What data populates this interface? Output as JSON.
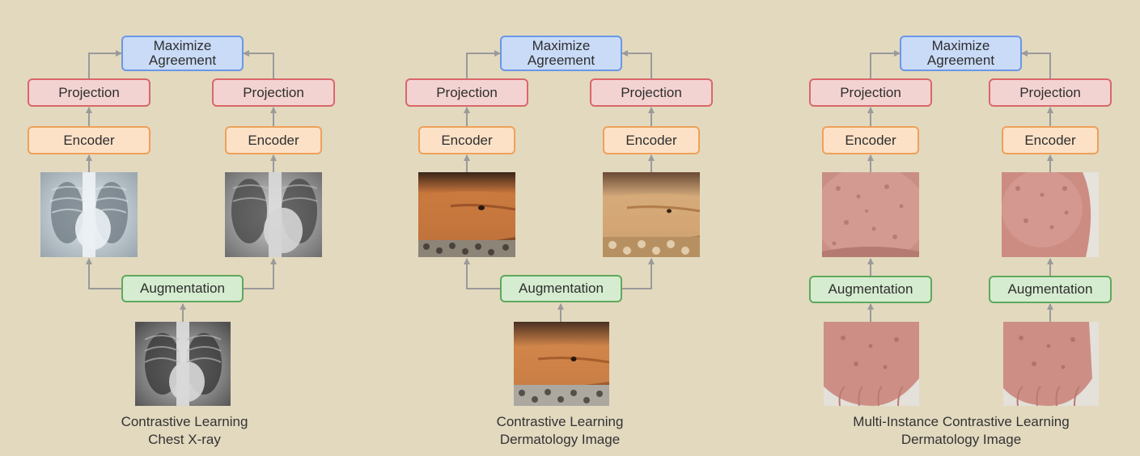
{
  "panels": [
    {
      "maximize_label": "Maximize\nAgreement",
      "left_projection": "Projection",
      "right_projection": "Projection",
      "left_encoder": "Encoder",
      "right_encoder": "Encoder",
      "augmentation": "Augmentation",
      "caption_line1": "Contrastive Learning",
      "caption_line2": "Chest X-ray"
    },
    {
      "maximize_label": "Maximize\nAgreement",
      "left_projection": "Projection",
      "right_projection": "Projection",
      "left_encoder": "Encoder",
      "right_encoder": "Encoder",
      "augmentation": "Augmentation",
      "caption_line1": "Contrastive Learning",
      "caption_line2": "Dermatology Image"
    },
    {
      "maximize_label": "Maximize\nAgreement",
      "left_projection": "Projection",
      "right_projection": "Projection",
      "left_encoder": "Encoder",
      "right_encoder": "Encoder",
      "left_augmentation": "Augmentation",
      "right_augmentation": "Augmentation",
      "caption_line1": "Multi-Instance Contrastive Learning",
      "caption_line2": "Dermatology Image"
    }
  ],
  "colors": {
    "background": "#e2d9bf",
    "maximize": "#c9dbf7",
    "projection": "#f3d3d1",
    "encoder": "#fde1c6",
    "augmentation": "#d6ecd0",
    "arrow": "#9a9a9a"
  }
}
